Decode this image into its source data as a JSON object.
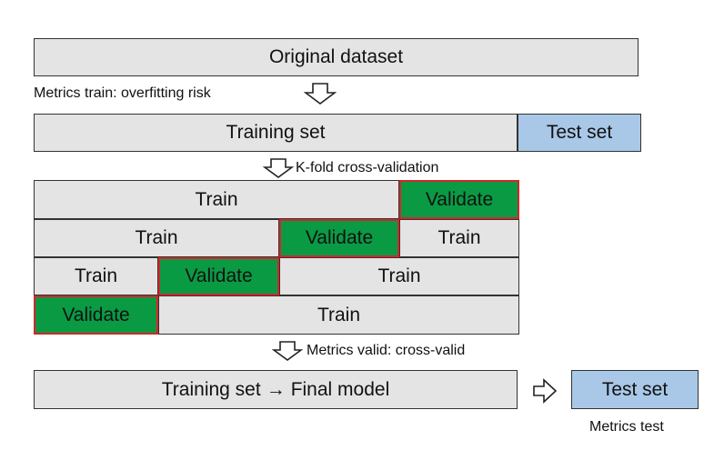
{
  "original_dataset": "Original dataset",
  "metrics_train": "Metrics train: overfitting risk",
  "training_set": "Training set",
  "test_set": "Test set",
  "kfold_label": "K-fold cross-validation",
  "folds": [
    [
      "Train",
      "Validate"
    ],
    [
      "Train",
      "Validate",
      "Train"
    ],
    [
      "Train",
      "Validate",
      "Train"
    ],
    [
      "Validate",
      "Train"
    ]
  ],
  "metrics_valid": "Metrics valid: cross-valid",
  "final_model": {
    "left": "Training set",
    "arrow": "→",
    "right": "Final model"
  },
  "final_test_set": "Test set",
  "metrics_test": "Metrics test",
  "colors": {
    "box": "#e4e4e4",
    "test": "#a9c8e8",
    "validate": "#0a9a44",
    "validate_border": "#d4262b"
  }
}
